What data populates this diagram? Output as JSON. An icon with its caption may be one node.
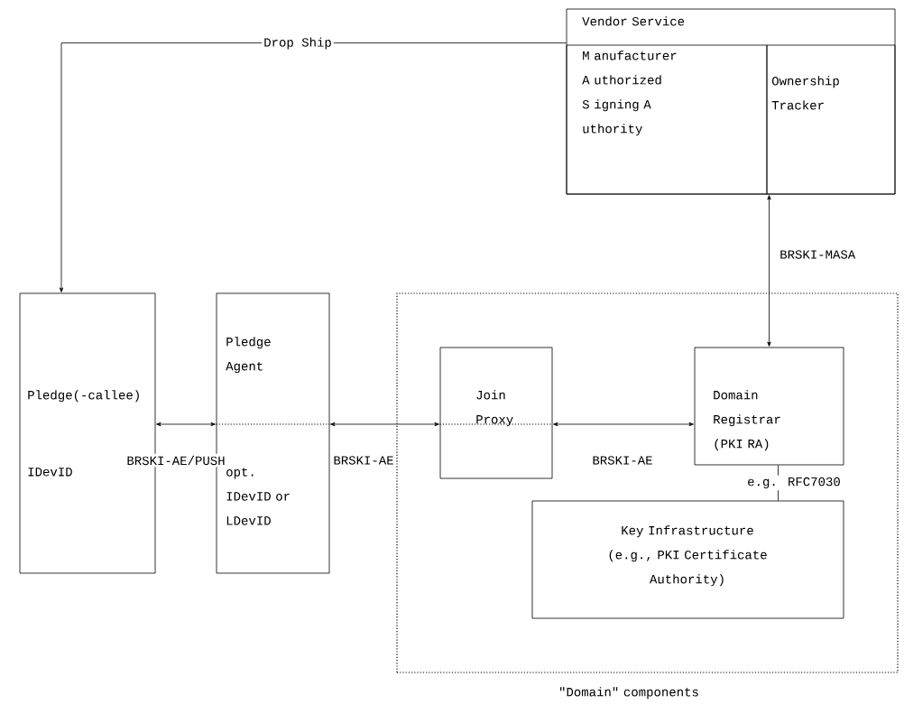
{
  "diagram": {
    "nodes": [
      {
        "text": [
          "Vendor Service"
        ]
      },
      {
        "text": [
          "M anufacturer A uthorized S igning A uthority"
        ],
        "in": 0
      },
      {
        "text": [
          "Ownership Tracker"
        ],
        "in": 0
      },
      {
        "text": [
          "Pledge(-callee)",
          "IDevID"
        ]
      },
      {
        "text": [
          "Pledge Agent",
          "opt. IDevID or LDevID"
        ]
      },
      {
        "text": [
          "\"Domain\" components"
        ]
      },
      {
        "text": [
          "Join Proxy"
        ],
        "in": 5
      },
      {
        "text": [
          "Domain Registrar (PKI RA)"
        ],
        "in": 5
      },
      {
        "text": [
          "Key Infrastructure (e.g., PKI Certificate Authority)"
        ],
        "in": 5
      }
    ],
    "edges": [
      {
        "from": 0,
        "to": 3,
        "arrow": "to",
        "label": "Drop Ship"
      },
      {
        "from": 7,
        "to": 0,
        "arrow": "both",
        "label": "BRSKI-MASA"
      },
      {
        "from": 3,
        "to": 4,
        "arrow": "both",
        "label": "BRSKI-AE/PUSH"
      },
      {
        "from": 4,
        "to": 6,
        "arrow": "both",
        "label": "BRSKI-AE"
      },
      {
        "from": 6,
        "to": 7,
        "arrow": "both",
        "label": "BRSKI-AE"
      },
      {
        "from": 7,
        "to": 8,
        "arrow": "none",
        "label": "e.g. RFC7030"
      }
    ]
  }
}
